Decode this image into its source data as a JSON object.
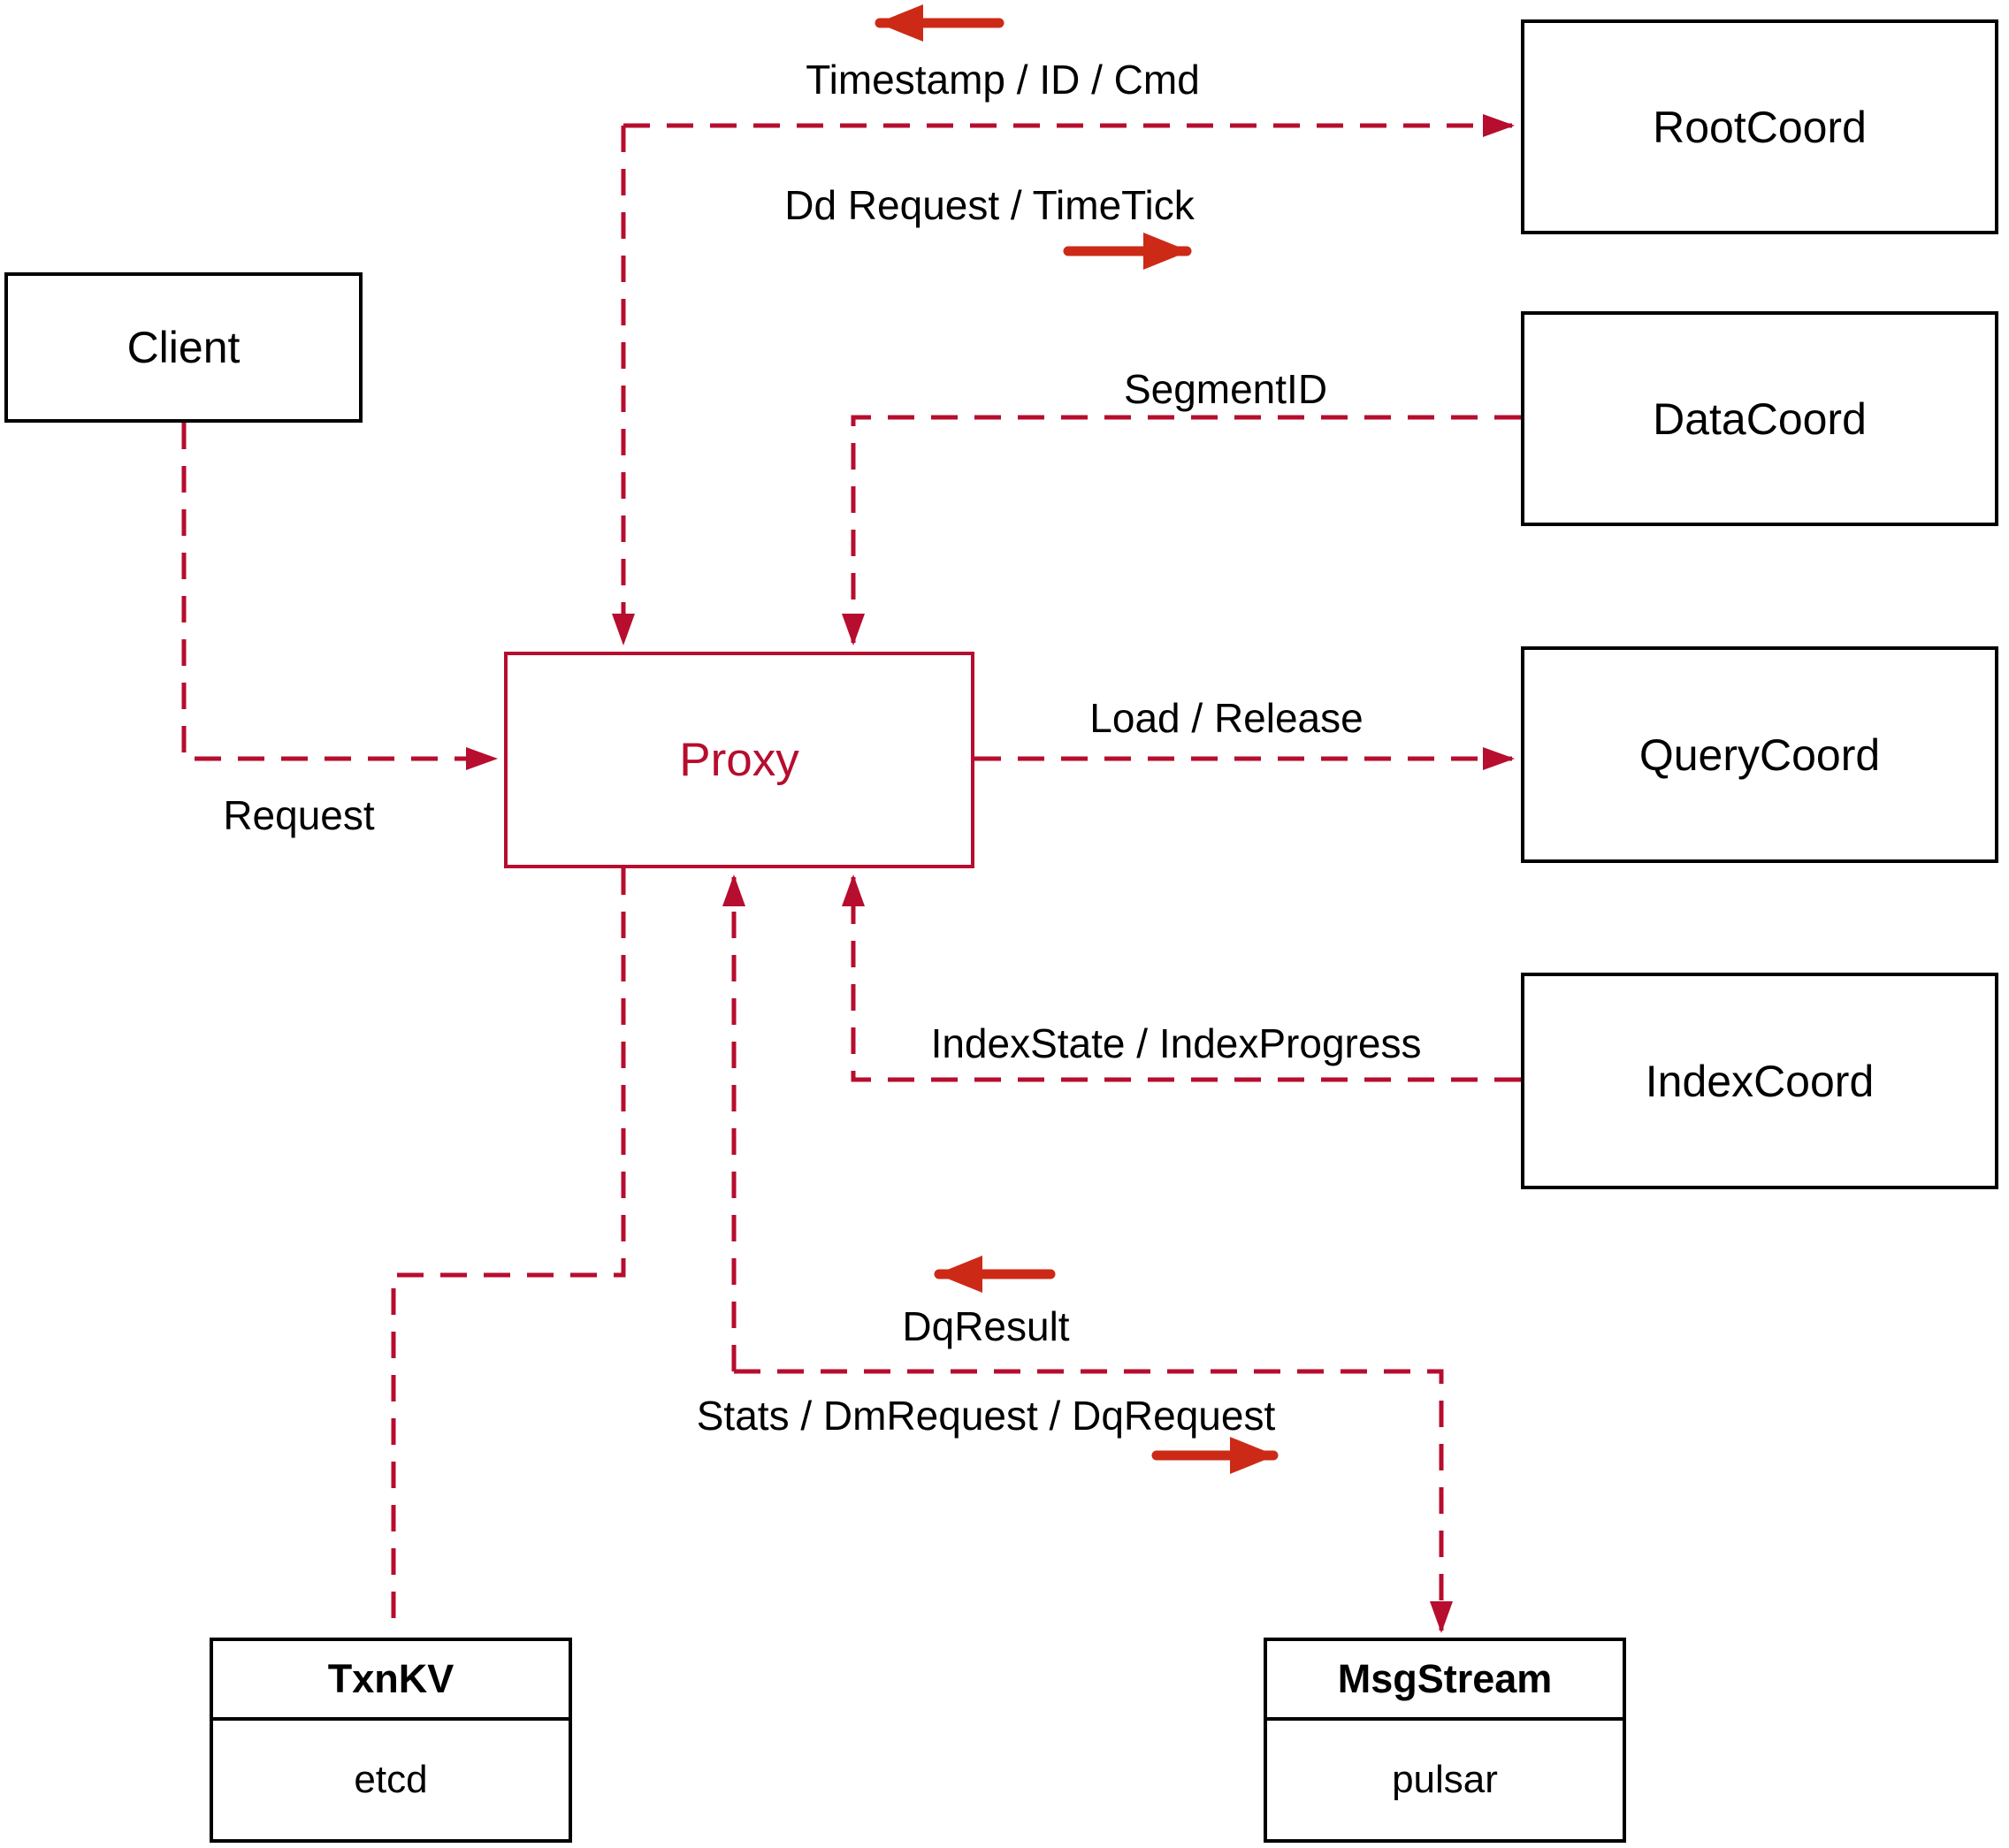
{
  "diagram": {
    "nodes": {
      "client": {
        "label": "Client"
      },
      "proxy": {
        "label": "Proxy"
      },
      "root_coord": {
        "label": "RootCoord"
      },
      "data_coord": {
        "label": "DataCoord"
      },
      "query_coord": {
        "label": "QueryCoord"
      },
      "index_coord": {
        "label": "IndexCoord"
      },
      "txn_kv": {
        "title": "TxnKV",
        "body": "etcd"
      },
      "msg_stream": {
        "title": "MsgStream",
        "body": "pulsar"
      }
    },
    "edge_labels": {
      "timestamp_id_cmd": "Timestamp / ID / Cmd",
      "dd_request_timetick": "Dd Request / TimeTick",
      "segment_id": "SegmentID",
      "load_release": "Load / Release",
      "index_state": "IndexState / IndexProgress",
      "request": "Request",
      "dq_result": "DqResult",
      "stats_dm_dq": "Stats / DmRequest / DqRequest"
    },
    "colors": {
      "connector": "#b70d2e",
      "solid_arrow": "#cc2a16",
      "proxy_red": "#b70d2e",
      "box_border": "#000000",
      "text": "#000000",
      "background": "#ffffff"
    }
  }
}
